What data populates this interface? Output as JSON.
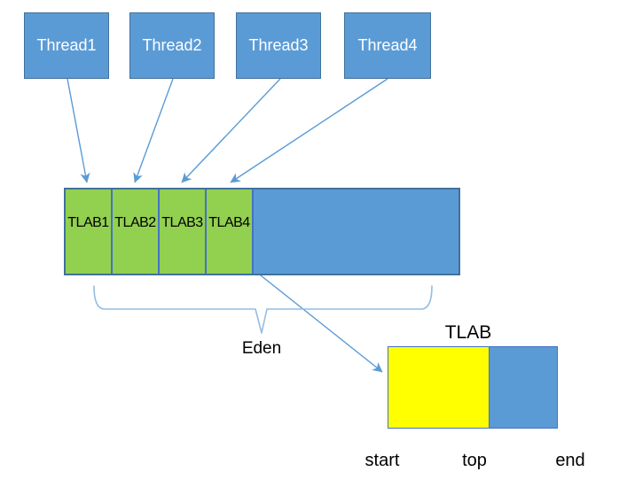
{
  "colors": {
    "box_blue": "#5B9BD5",
    "box_blue_border": "#41719C",
    "green": "#92D050",
    "green_border": "#4472C4",
    "yellow": "#FFFF00",
    "arrow_blue": "#5B9BD5",
    "brace_blue": "#94BDE3",
    "text_dark": "#000000",
    "text_light": "#FFFFFF"
  },
  "threads": [
    {
      "label": "Thread1"
    },
    {
      "label": "Thread2"
    },
    {
      "label": "Thread3"
    },
    {
      "label": "Thread4"
    }
  ],
  "eden_bar": {
    "tlabs": [
      {
        "label": "TLAB1"
      },
      {
        "label": "TLAB2"
      },
      {
        "label": "TLAB3"
      },
      {
        "label": "TLAB4"
      }
    ],
    "brace_label": "Eden"
  },
  "tlab_detail": {
    "title": "TLAB",
    "pointer_labels": [
      "start",
      "top",
      "end"
    ]
  }
}
